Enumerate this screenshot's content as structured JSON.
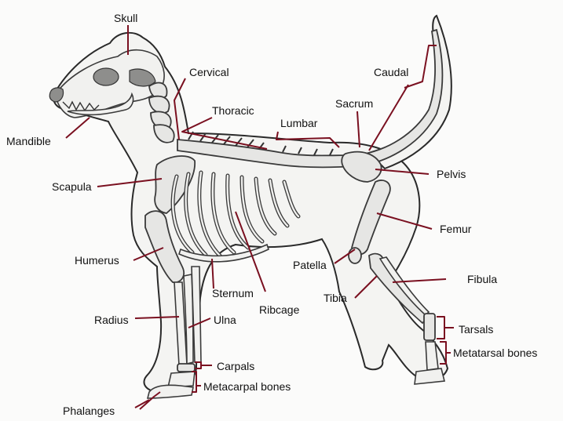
{
  "labels": {
    "skull": "Skull",
    "cervical": "Cervical",
    "caudal": "Caudal",
    "sacrum": "Sacrum",
    "thoracic": "Thoracic",
    "lumbar": "Lumbar",
    "mandible": "Mandible",
    "pelvis": "Pelvis",
    "scapula": "Scapula",
    "femur": "Femur",
    "patella": "Patella",
    "humerus": "Humerus",
    "fibula": "Fibula",
    "sternum": "Sternum",
    "tibia": "Tibia",
    "ribcage": "Ribcage",
    "radius": "Radius",
    "ulna": "Ulna",
    "tarsals": "Tarsals",
    "metatarsal": "Metatarsal bones",
    "carpals": "Carpals",
    "metacarpal": "Metacarpal bones",
    "phalanges": "Phalanges"
  },
  "colors": {
    "leader_line": "#7a1020",
    "label_text": "#111111",
    "bone_fill": "#e6e6e4"
  }
}
